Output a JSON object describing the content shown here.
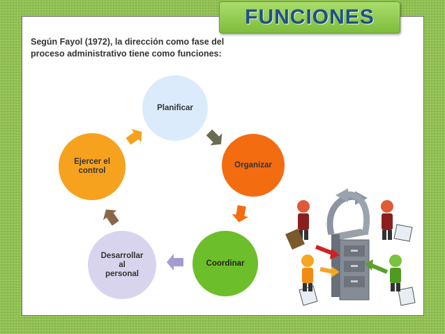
{
  "title": "FUNCIONES",
  "intro": {
    "line1": "Según  Fayol (1972), la dirección como fase del",
    "line2": "proceso administrativo tiene como funciones:"
  },
  "cycle": {
    "planificar": "Planificar",
    "organizar": "Organizar",
    "coordinar": "Coordinar",
    "desarrollar": [
      "Desarrollar",
      "al",
      "personal"
    ],
    "ejercer": [
      "Ejercer  el",
      "control"
    ]
  },
  "colors": {
    "planificar": "#dcebfb",
    "organizar": "#f36c10",
    "coordinar": "#6cbe2a",
    "desarrollar": "#d9d4ee",
    "ejercer": "#f7a21e",
    "background": "#8fc24d",
    "title_text": "#1f4f8a"
  },
  "clipart_icon": "people-exchanging-documents-around-file-cabinet"
}
